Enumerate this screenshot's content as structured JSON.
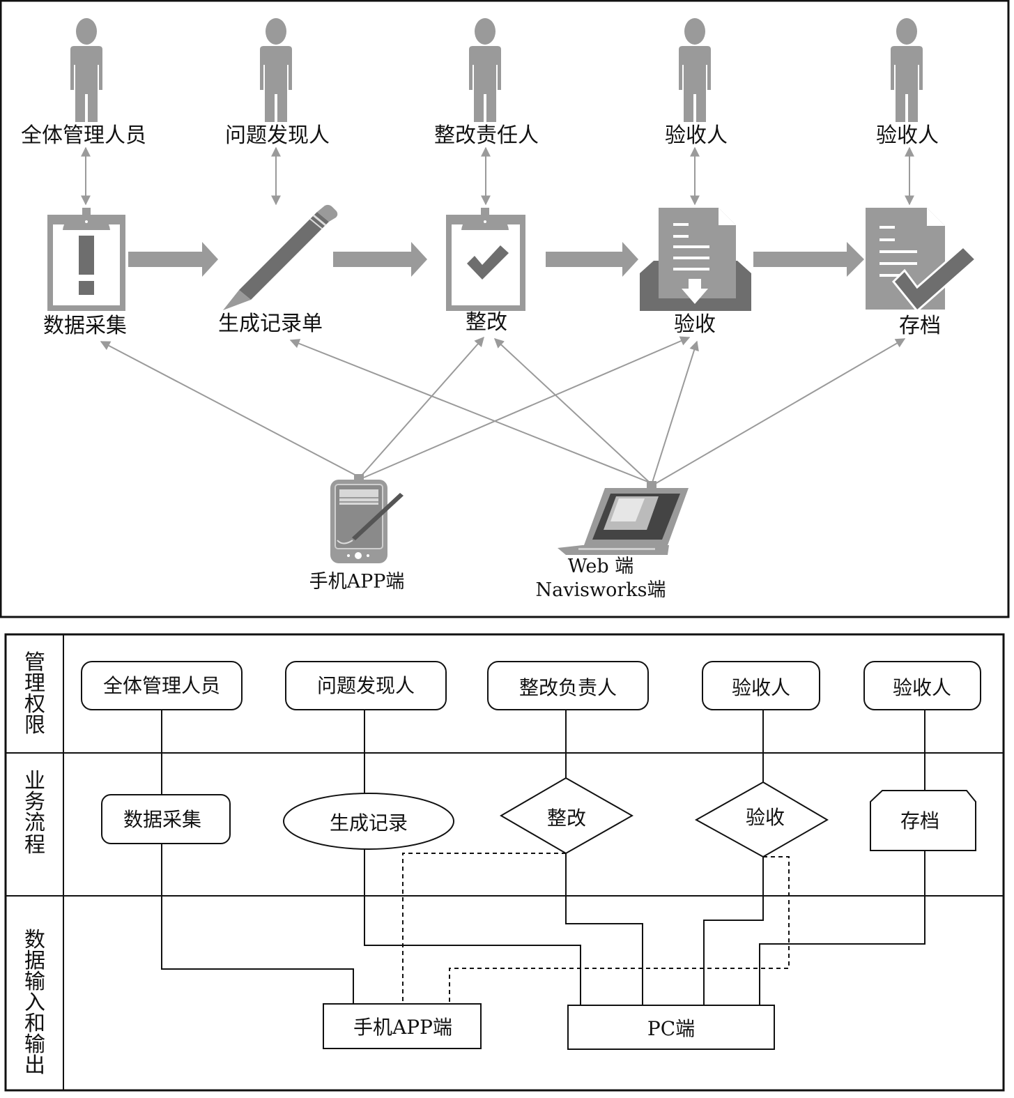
{
  "top_diagram": {
    "roles": [
      {
        "label": "全体管理人员",
        "icon": "person-icon"
      },
      {
        "label": "问题发现人",
        "icon": "person-icon"
      },
      {
        "label": "整改责任人",
        "icon": "person-icon"
      },
      {
        "label": "验收人",
        "icon": "person-icon"
      },
      {
        "label": "验收人",
        "icon": "person-icon"
      }
    ],
    "steps": [
      {
        "label": "数据采集",
        "icon": "clipboard-alert-icon"
      },
      {
        "label": "生成记录单",
        "icon": "pencil-icon"
      },
      {
        "label": "整改",
        "icon": "clipboard-check-icon"
      },
      {
        "label": "验收",
        "icon": "document-inbox-icon"
      },
      {
        "label": "存档",
        "icon": "document-check-icon"
      }
    ],
    "devices": [
      {
        "label": "手机APP端",
        "icon": "mobile-stylus-icon"
      },
      {
        "label_line1": "Web 端",
        "label_line2": "Navisworks端",
        "icon": "laptop-icon"
      }
    ],
    "device_links": {
      "手机APP端": [
        "数据采集",
        "整改",
        "验收"
      ],
      "Web 端 / Navisworks端": [
        "生成记录单",
        "整改",
        "验收",
        "存档"
      ]
    }
  },
  "swimlane": {
    "lanes": [
      {
        "label": [
          "管",
          "理",
          "权",
          "限"
        ]
      },
      {
        "label": [
          "业",
          "务",
          "流",
          "程"
        ]
      },
      {
        "label": [
          "数",
          "据",
          "输",
          "入",
          "和",
          "输",
          "出"
        ]
      }
    ],
    "roles": [
      "全体管理人员",
      "问题发现人",
      "整改负责人",
      "验收人",
      "验收人"
    ],
    "process": [
      {
        "label": "数据采集",
        "shape": "rounded-rect"
      },
      {
        "label": "生成记录",
        "shape": "ellipse"
      },
      {
        "label": "整改",
        "shape": "diamond"
      },
      {
        "label": "验收",
        "shape": "diamond"
      },
      {
        "label": "存档",
        "shape": "chamfered-rect"
      }
    ],
    "outputs": [
      "手机APP端",
      "PC端"
    ]
  }
}
